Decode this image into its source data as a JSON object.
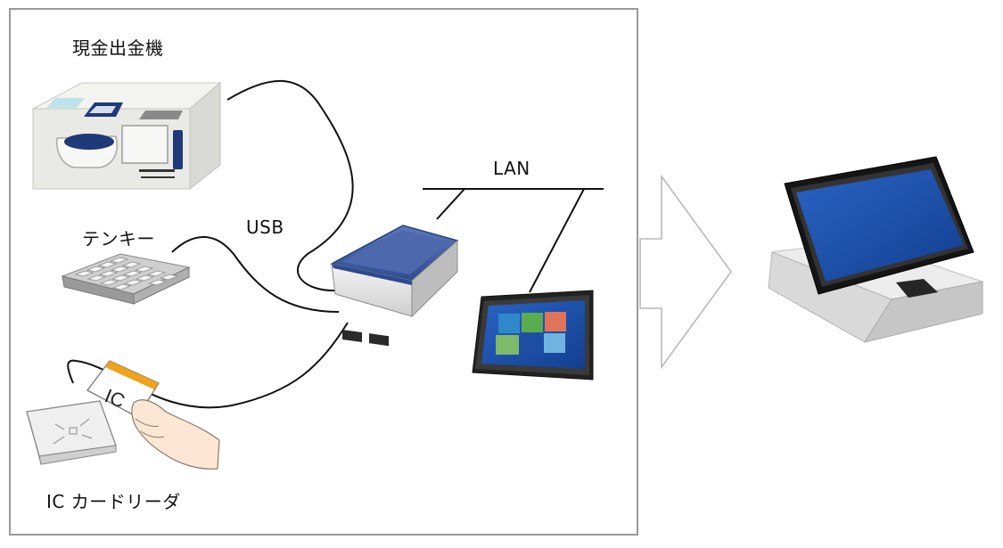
{
  "labels": {
    "cash_machine": "現金出金機",
    "tenkey": "テンキー",
    "usb": "USB",
    "lan": "LAN",
    "ic_reader": "IC カードリーダ",
    "card_text": "IC"
  },
  "colors": {
    "frame": "#9a9a9a",
    "cable": "#111111",
    "hub_blue": "#3f5fa6",
    "screen_blue": "#1d4fa8",
    "machine_navy": "#1e3a78",
    "card_stripe": "#f0a21a",
    "arrow_outline": "#b8b8b8"
  },
  "icons": [
    "cash-dispenser-icon",
    "tenkey-keypad-icon",
    "usb-hub-box-icon",
    "tablet-screen-icon",
    "ic-card-reader-icon",
    "hand-with-card-icon",
    "right-arrow-icon",
    "kiosk-terminal-icon"
  ]
}
